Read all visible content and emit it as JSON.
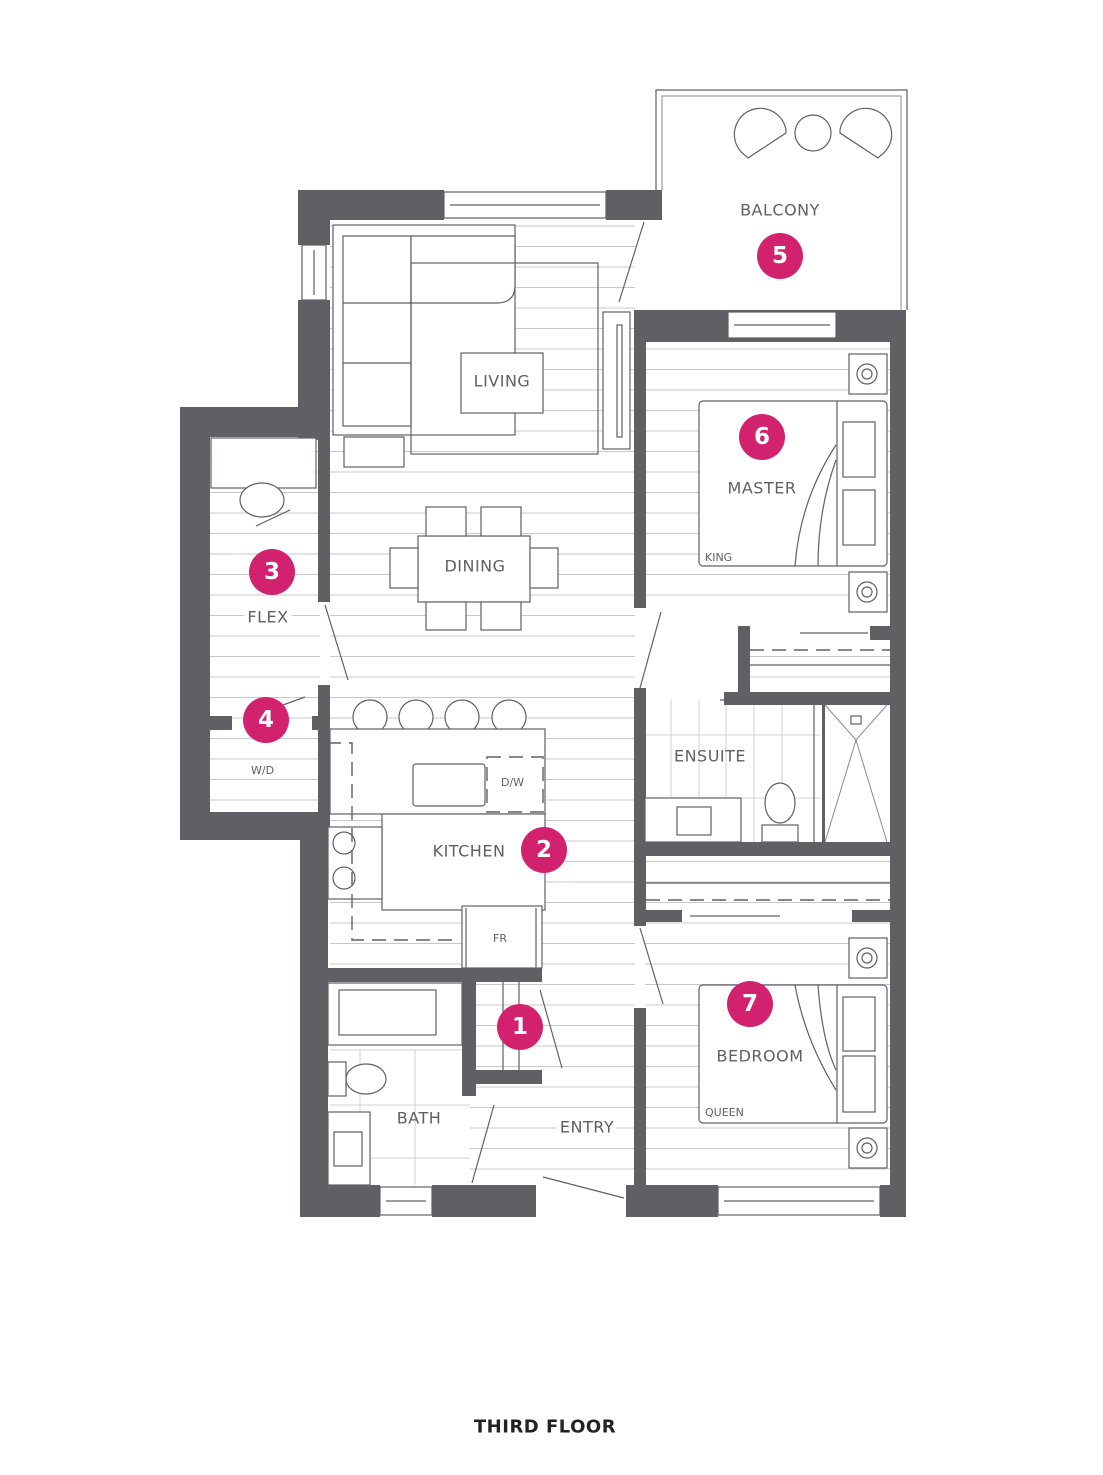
{
  "floor_plan": {
    "title": "THIRD FLOOR",
    "accent_color": "#d2226f",
    "wall_color": "#5f6064",
    "rooms": [
      {
        "id": "balcony",
        "label": "BALCONY",
        "marker": "5"
      },
      {
        "id": "living",
        "label": "LIVING"
      },
      {
        "id": "dining",
        "label": "DINING"
      },
      {
        "id": "flex",
        "label": "FLEX",
        "marker": "3"
      },
      {
        "id": "laundry",
        "label": "W/D",
        "marker": "4"
      },
      {
        "id": "kitchen",
        "label": "KITCHEN",
        "marker": "2"
      },
      {
        "id": "master",
        "label": "MASTER",
        "marker": "6",
        "bed": "KING"
      },
      {
        "id": "ensuite",
        "label": "ENSUITE"
      },
      {
        "id": "bath",
        "label": "BATH"
      },
      {
        "id": "entry",
        "label": "ENTRY",
        "marker": "1"
      },
      {
        "id": "bedroom",
        "label": "BEDROOM",
        "marker": "7",
        "bed": "QUEEN"
      }
    ],
    "appliances": {
      "dishwasher": "D/W",
      "fridge": "FR",
      "washer_dryer": "W/D"
    }
  }
}
